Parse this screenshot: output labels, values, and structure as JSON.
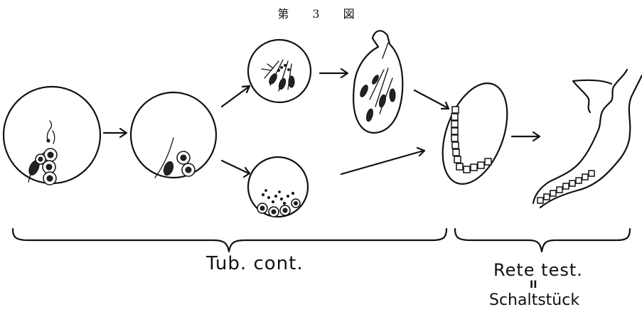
{
  "figure": {
    "title": "第 3 図",
    "labels": {
      "tubuli": "Tub. cont.",
      "rete": "Rete test.",
      "equals": "II",
      "schaltstueck": "Schaltstück"
    }
  },
  "colors": {
    "ink": "#111111",
    "background": "#ffffff"
  }
}
